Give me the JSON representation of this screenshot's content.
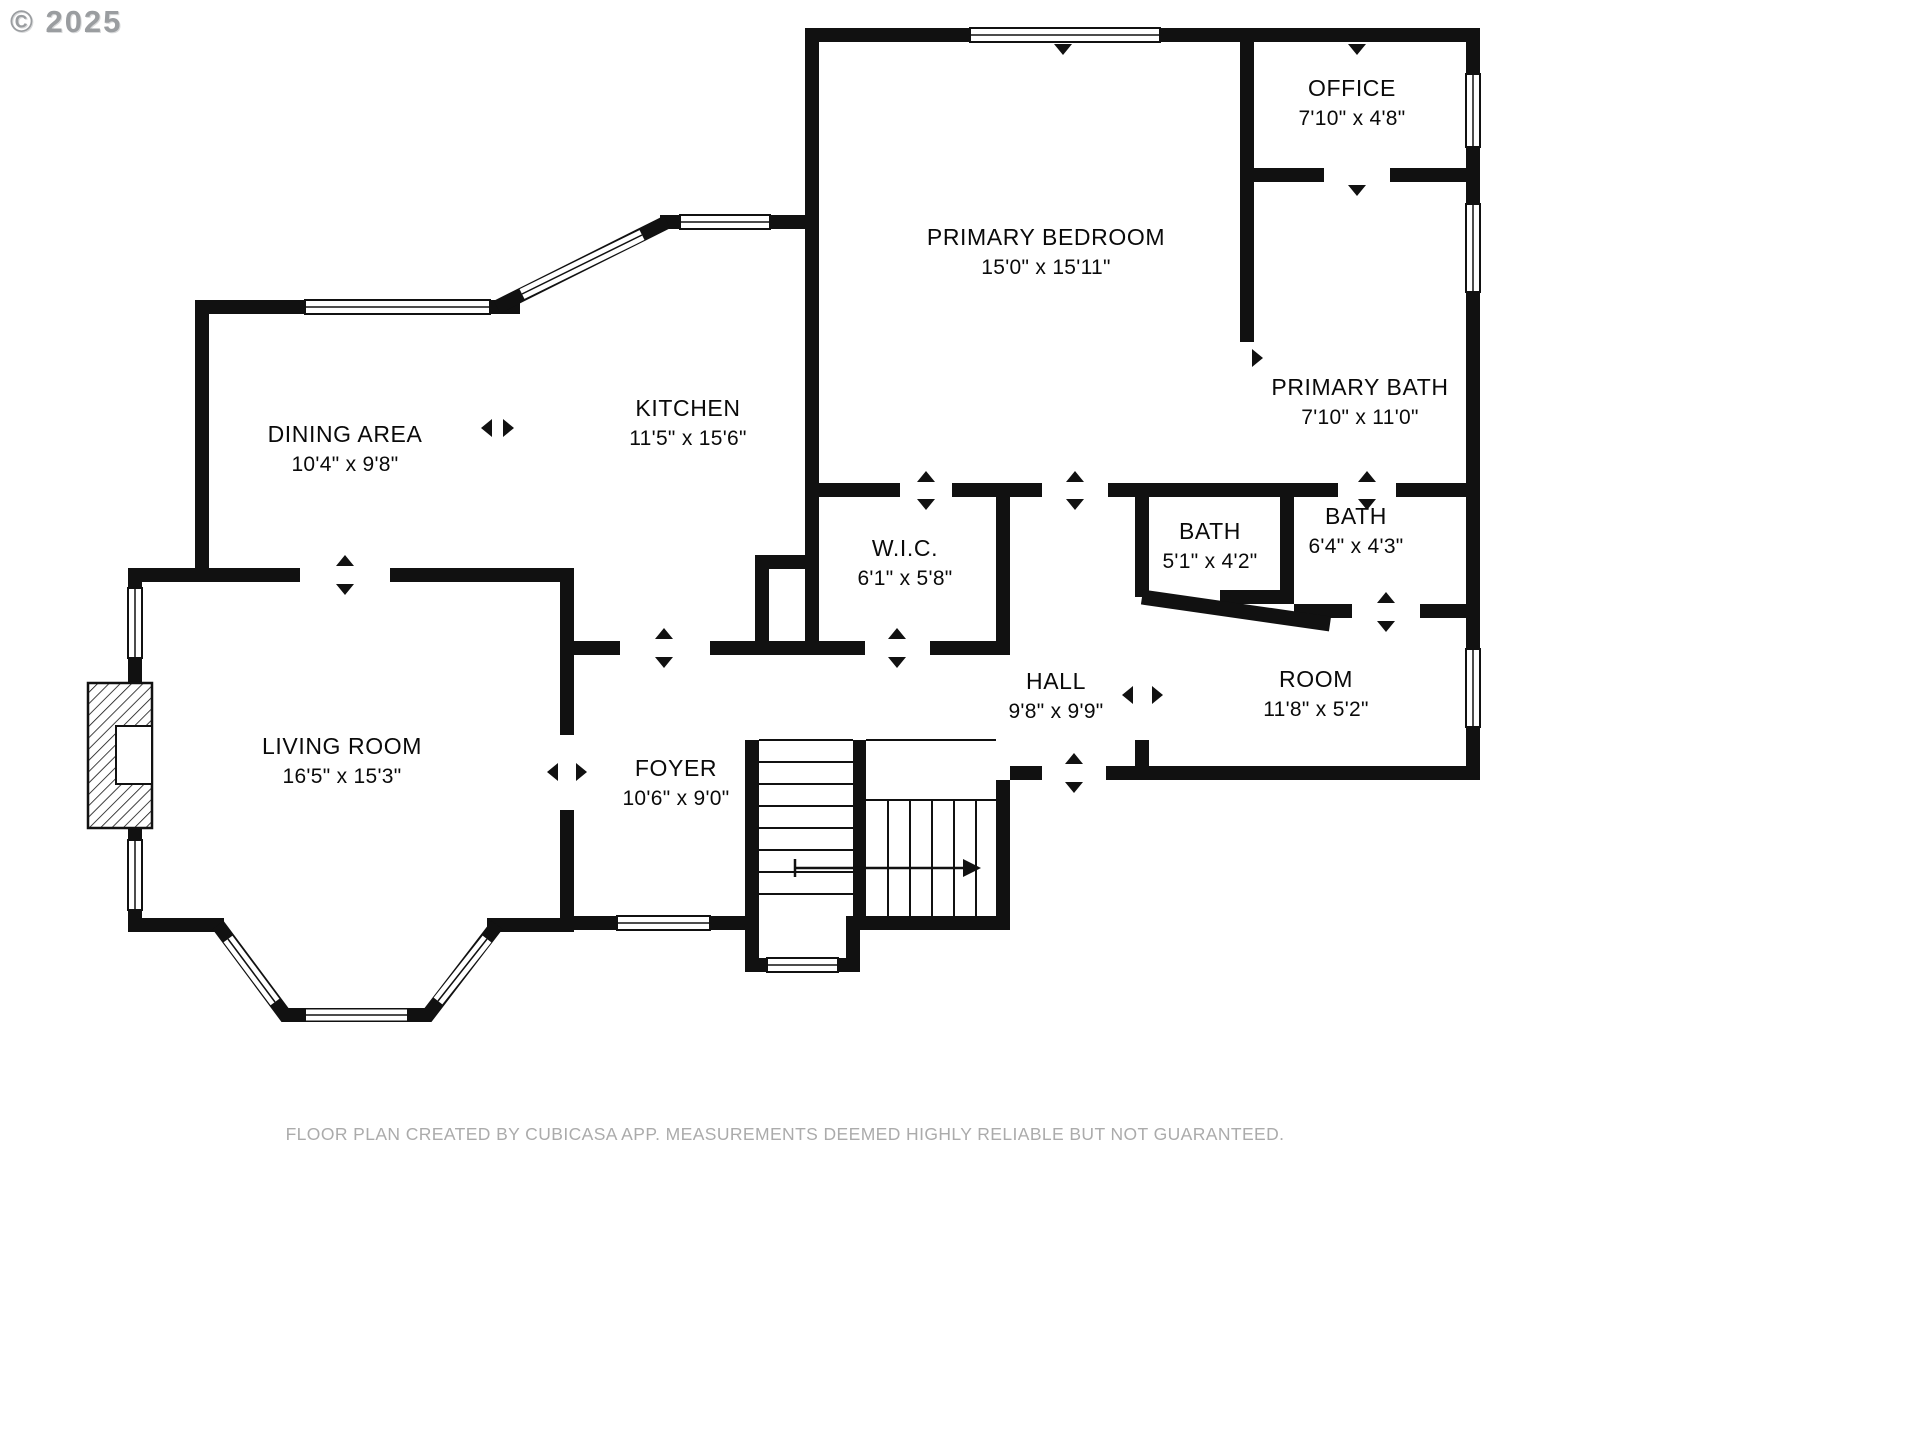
{
  "watermark": "© 2025",
  "footer": "FLOOR PLAN CREATED BY CUBICASA APP. MEASUREMENTS DEEMED HIGHLY RELIABLE BUT NOT GUARANTEED.",
  "colors": {
    "wall": "#111111",
    "label": "#0a0a0a",
    "footer": "#ababab",
    "watermark": "#9a9da0"
  },
  "rooms": [
    {
      "id": "office",
      "name": "OFFICE",
      "dims": "7'10\" x 4'8\""
    },
    {
      "id": "primary-bedroom",
      "name": "PRIMARY BEDROOM",
      "dims": "15'0\" x 15'11\""
    },
    {
      "id": "primary-bath",
      "name": "PRIMARY BATH",
      "dims": "7'10\" x 11'0\""
    },
    {
      "id": "dining-area",
      "name": "DINING AREA",
      "dims": "10'4\" x 9'8\""
    },
    {
      "id": "kitchen",
      "name": "KITCHEN",
      "dims": "11'5\" x 15'6\""
    },
    {
      "id": "walk-in-closet",
      "name": "W.I.C.",
      "dims": "6'1\" x 5'8\""
    },
    {
      "id": "bath-hall",
      "name": "BATH",
      "dims": "5'1\" x 4'2\""
    },
    {
      "id": "bath-second",
      "name": "BATH",
      "dims": "6'4\" x 4'3\""
    },
    {
      "id": "hall",
      "name": "HALL",
      "dims": "9'8\" x 9'9\""
    },
    {
      "id": "room",
      "name": "ROOM",
      "dims": "11'8\" x 5'2\""
    },
    {
      "id": "living-room",
      "name": "LIVING ROOM",
      "dims": "16'5\" x 15'3\""
    },
    {
      "id": "foyer",
      "name": "FOYER",
      "dims": "10'6\" x 9'0\""
    }
  ]
}
